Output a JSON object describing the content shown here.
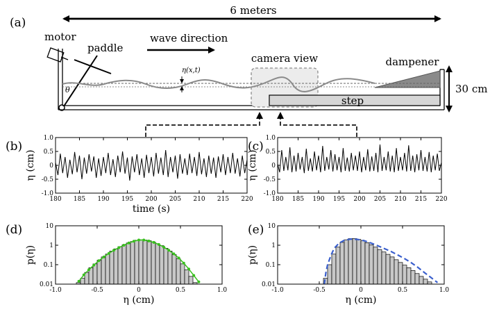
{
  "panels": {
    "a": "(a)",
    "b": "(b)",
    "c": "(c)",
    "d": "(d)",
    "e": "(e)"
  },
  "schematic": {
    "length_label": "6 meters",
    "height_label": "30 cm",
    "motor": "motor",
    "paddle": "paddle",
    "wave_direction": "wave direction",
    "camera_view": "camera view",
    "dampener": "dampener",
    "step": "step",
    "eta_symbol": "η(x,t)",
    "theta": "θ",
    "colors": {
      "camera_box": "#e8e8e8",
      "step_fill": "#d6d6d6",
      "dampener_fill": "#8a8a8a",
      "wave": "#8a8a8a"
    }
  },
  "chart_data": [
    {
      "id": "b",
      "type": "line",
      "xlabel": "time (s)",
      "ylabel": "η (cm)",
      "xlim": [
        180,
        220
      ],
      "ylim": [
        -1.0,
        1.0
      ],
      "x_ticks": [
        "180",
        "185",
        "190",
        "195",
        "200",
        "205",
        "210",
        "215",
        "220"
      ],
      "y_ticks": [
        "1.0",
        "0.5",
        "0",
        "-0.5",
        "-1.0"
      ],
      "series": [
        {
          "x": [
            180,
            180.5,
            181,
            181.5,
            182,
            182.5,
            183,
            183.5,
            184,
            184.5,
            185,
            185.5,
            186,
            186.5,
            187,
            187.5,
            188,
            188.5,
            189,
            189.5,
            190,
            190.5,
            191,
            191.5,
            192,
            192.5,
            193,
            193.5,
            194,
            194.5,
            195,
            195.5,
            196,
            196.5,
            197,
            197.5,
            198,
            198.5,
            199,
            199.5,
            200,
            200.5,
            201,
            201.5,
            202,
            202.5,
            203,
            203.5,
            204,
            204.5,
            205,
            205.5,
            206,
            206.5,
            207,
            207.5,
            208,
            208.5,
            209,
            209.5,
            210,
            210.5,
            211,
            211.5,
            212,
            212.5,
            213,
            213.5,
            214,
            214.5,
            215,
            215.5,
            216,
            216.5,
            217,
            217.5,
            218,
            218.5,
            219,
            219.5,
            220
          ],
          "y": [
            0.1,
            -0.35,
            0.42,
            -0.28,
            0.3,
            -0.45,
            0.2,
            -0.32,
            0.48,
            -0.25,
            0.35,
            -0.5,
            0.28,
            -0.3,
            0.4,
            -0.22,
            0.32,
            -0.45,
            0.25,
            -0.38,
            0.3,
            -0.28,
            0.45,
            -0.35,
            0.22,
            -0.42,
            0.35,
            -0.25,
            0.5,
            -0.3,
            0.28,
            -0.55,
            0.32,
            -0.25,
            0.4,
            -0.35,
            0.25,
            -0.45,
            0.38,
            -0.28,
            0.3,
            -0.4,
            0.45,
            -0.3,
            0.28,
            -0.35,
            0.55,
            -0.42,
            0.3,
            -0.25,
            0.35,
            -0.48,
            0.4,
            -0.3,
            0.25,
            -0.35,
            0.42,
            -0.28,
            0.3,
            -0.38,
            0.48,
            -0.32,
            0.25,
            -0.42,
            0.35,
            -0.3,
            0.28,
            -0.45,
            0.32,
            -0.25,
            0.4,
            -0.35,
            0.3,
            -0.28,
            0.45,
            -0.3,
            0.25,
            -0.4,
            0.35,
            -0.28,
            0.2
          ]
        }
      ]
    },
    {
      "id": "c",
      "type": "line",
      "xlabel": "",
      "ylabel": "η (cm)",
      "xlim": [
        180,
        220
      ],
      "ylim": [
        -1.0,
        1.0
      ],
      "x_ticks": [
        "180",
        "185",
        "190",
        "195",
        "200",
        "205",
        "210",
        "215",
        "220"
      ],
      "y_ticks": [
        "1.0",
        "0.5",
        "0",
        "-0.5",
        "-1.0"
      ],
      "series": [
        {
          "x": [
            180,
            180.5,
            181,
            181.5,
            182,
            182.5,
            183,
            183.5,
            184,
            184.5,
            185,
            185.5,
            186,
            186.5,
            187,
            187.5,
            188,
            188.5,
            189,
            189.5,
            190,
            190.5,
            191,
            191.5,
            192,
            192.5,
            193,
            193.5,
            194,
            194.5,
            195,
            195.5,
            196,
            196.5,
            197,
            197.5,
            198,
            198.5,
            199,
            199.5,
            200,
            200.5,
            201,
            201.5,
            202,
            202.5,
            203,
            203.5,
            204,
            204.5,
            205,
            205.5,
            206,
            206.5,
            207,
            207.5,
            208,
            208.5,
            209,
            209.5,
            210,
            210.5,
            211,
            211.5,
            212,
            212.5,
            213,
            213.5,
            214,
            214.5,
            215,
            215.5,
            216,
            216.5,
            217,
            217.5,
            218,
            218.5,
            219,
            219.5,
            220
          ],
          "y": [
            0.05,
            -0.25,
            0.55,
            -0.2,
            0.3,
            -0.18,
            0.65,
            -0.25,
            0.35,
            -0.22,
            0.45,
            -0.15,
            0.3,
            -0.28,
            0.6,
            -0.2,
            0.25,
            -0.22,
            0.5,
            -0.18,
            0.35,
            -0.25,
            0.7,
            -0.2,
            0.3,
            -0.15,
            0.55,
            -0.22,
            0.4,
            -0.18,
            0.3,
            -0.25,
            0.62,
            -0.2,
            0.28,
            -0.22,
            0.45,
            -0.18,
            0.35,
            -0.2,
            0.5,
            -0.25,
            0.3,
            -0.18,
            0.58,
            -0.22,
            0.32,
            -0.2,
            0.45,
            -0.25,
            0.75,
            -0.2,
            0.3,
            -0.18,
            0.5,
            -0.22,
            0.35,
            -0.25,
            0.62,
            -0.2,
            0.3,
            -0.18,
            0.45,
            -0.22,
            0.72,
            -0.2,
            0.35,
            -0.25,
            0.4,
            -0.18,
            0.55,
            -0.2,
            0.3,
            -0.22,
            0.48,
            -0.25,
            0.35,
            -0.18,
            0.42,
            -0.2,
            0.1
          ]
        }
      ]
    },
    {
      "id": "d",
      "type": "bar",
      "xlabel": "η (cm)",
      "ylabel": "p(η)",
      "xlim": [
        -1.0,
        1.0
      ],
      "ylim": [
        0.01,
        10
      ],
      "log_y": true,
      "x_ticks": [
        "-1.0",
        "-0.5",
        "0",
        "0.5",
        "1.0"
      ],
      "y_ticks": [
        "10",
        "1",
        "0.1",
        "0.01"
      ],
      "bins": [
        -0.725,
        -0.675,
        -0.625,
        -0.575,
        -0.525,
        -0.475,
        -0.425,
        -0.375,
        -0.325,
        -0.275,
        -0.225,
        -0.175,
        -0.125,
        -0.075,
        -0.025,
        0.025,
        0.075,
        0.125,
        0.175,
        0.225,
        0.275,
        0.325,
        0.375,
        0.425,
        0.475,
        0.525,
        0.575,
        0.625,
        0.675
      ],
      "values": [
        0.012,
        0.02,
        0.04,
        0.07,
        0.11,
        0.17,
        0.25,
        0.35,
        0.5,
        0.65,
        0.85,
        1.05,
        1.3,
        1.55,
        1.8,
        1.9,
        1.85,
        1.7,
        1.45,
        1.2,
        0.95,
        0.7,
        0.5,
        0.33,
        0.2,
        0.11,
        0.055,
        0.025,
        0.012
      ],
      "bin_width": 0.05,
      "fit": {
        "color": "#39c01e",
        "x": [
          -0.72,
          -0.66,
          -0.6,
          -0.54,
          -0.48,
          -0.42,
          -0.36,
          -0.3,
          -0.24,
          -0.18,
          -0.12,
          -0.06,
          0,
          0.06,
          0.12,
          0.18,
          0.24,
          0.3,
          0.36,
          0.42,
          0.48,
          0.54,
          0.6,
          0.66,
          0.72
        ],
        "y": [
          0.014,
          0.03,
          0.055,
          0.095,
          0.16,
          0.25,
          0.38,
          0.55,
          0.75,
          1.0,
          1.3,
          1.6,
          1.85,
          1.85,
          1.65,
          1.4,
          1.1,
          0.8,
          0.55,
          0.36,
          0.22,
          0.12,
          0.06,
          0.028,
          0.013
        ]
      }
    },
    {
      "id": "e",
      "type": "bar",
      "xlabel": "η (cm)",
      "ylabel": "p(η)",
      "xlim": [
        -1.0,
        1.0
      ],
      "ylim": [
        0.01,
        10
      ],
      "log_y": true,
      "x_ticks": [
        "-1.0",
        "-0.5",
        "0",
        "0.5",
        "1.0"
      ],
      "y_ticks": [
        "10",
        "1",
        "0.1",
        "0.01"
      ],
      "bins": [
        -0.425,
        -0.375,
        -0.325,
        -0.275,
        -0.225,
        -0.175,
        -0.125,
        -0.075,
        -0.025,
        0.025,
        0.075,
        0.125,
        0.175,
        0.225,
        0.275,
        0.325,
        0.375,
        0.425,
        0.475,
        0.525,
        0.575,
        0.625,
        0.675,
        0.725,
        0.775,
        0.825,
        0.875
      ],
      "values": [
        0.02,
        0.1,
        0.35,
        0.8,
        1.4,
        1.9,
        2.2,
        2.2,
        2.0,
        1.7,
        1.35,
        1.05,
        0.8,
        0.6,
        0.45,
        0.34,
        0.25,
        0.18,
        0.13,
        0.095,
        0.07,
        0.05,
        0.035,
        0.025,
        0.018,
        0.013,
        0.01
      ],
      "bin_width": 0.05,
      "fit": {
        "color": "#3a5fcd",
        "dashed": true,
        "x": [
          -0.44,
          -0.42,
          -0.4,
          -0.36,
          -0.32,
          -0.26,
          -0.2,
          -0.12,
          -0.04,
          0.04,
          0.12,
          0.2,
          0.28,
          0.36,
          0.44,
          0.52,
          0.6,
          0.68,
          0.76,
          0.84,
          0.92
        ],
        "y": [
          0.01,
          0.04,
          0.1,
          0.3,
          0.7,
          1.3,
          1.8,
          2.1,
          2.0,
          1.7,
          1.3,
          0.95,
          0.68,
          0.48,
          0.32,
          0.21,
          0.13,
          0.075,
          0.04,
          0.022,
          0.012
        ]
      }
    }
  ]
}
